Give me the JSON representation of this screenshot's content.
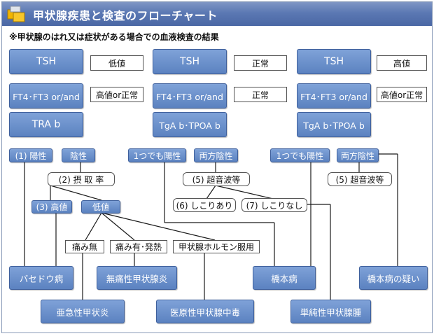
{
  "header": {
    "title": "甲状腺疾患と検査のフローチャート",
    "note": "※甲状腺のはれ又は症状がある場合での血液検査の結果"
  },
  "colors": {
    "header_bg": "#5b78b3",
    "node_fill": "#6b8fcb",
    "node_border": "#3f609c",
    "line": "#1a1a1a"
  },
  "icons": {
    "header": "folder-icon"
  },
  "columns": {
    "left": {
      "tsh": "TSH",
      "tsh_result": "低値",
      "ft": "FT4･FT3 or/and",
      "test": "TRA b",
      "positive": "(1) 陽性",
      "negative": "陰性",
      "uptake": "(2) 摂 取 率",
      "high": "(3) 高値",
      "low": "低値",
      "branch_pain": "痛み無",
      "branch_fever": "痛み有･発熱",
      "branch_hormone": "甲状腺ホルモン服用",
      "dx_basedow": "バセドウ病",
      "dx_painless": "無痛性甲状腺炎",
      "dx_subacute": "亜急性甲状炎",
      "dx_iatrogenic": "医原性甲状腺中毒"
    },
    "middle": {
      "tsh": "TSH",
      "tsh_result": "正常",
      "ft": "FT4･FT3 or/and",
      "ft_result": "正常",
      "test": "TgA b･TPOA b",
      "positive": "1つでも陽性",
      "negative": "両方陰性",
      "ultrasound": "(5) 超音波等",
      "lump_yes": "(6) しこりあり",
      "lump_no": "(7) しこりなし",
      "dx_hashimoto": "橋本病",
      "dx_simple_goiter": "単純性甲状腺腫"
    },
    "right": {
      "tsh": "TSH",
      "tsh_result": "高値",
      "ft": "FT4･FT3 or/and",
      "ft_result": "高値or正常",
      "test": "TgA b･TPOA b",
      "positive": "1つでも陽性",
      "negative": "両方陰性",
      "ultrasound": "(5) 超音波等",
      "dx_suspect": "橋本病の疑い"
    },
    "left_ft_result": "高値or正常"
  }
}
